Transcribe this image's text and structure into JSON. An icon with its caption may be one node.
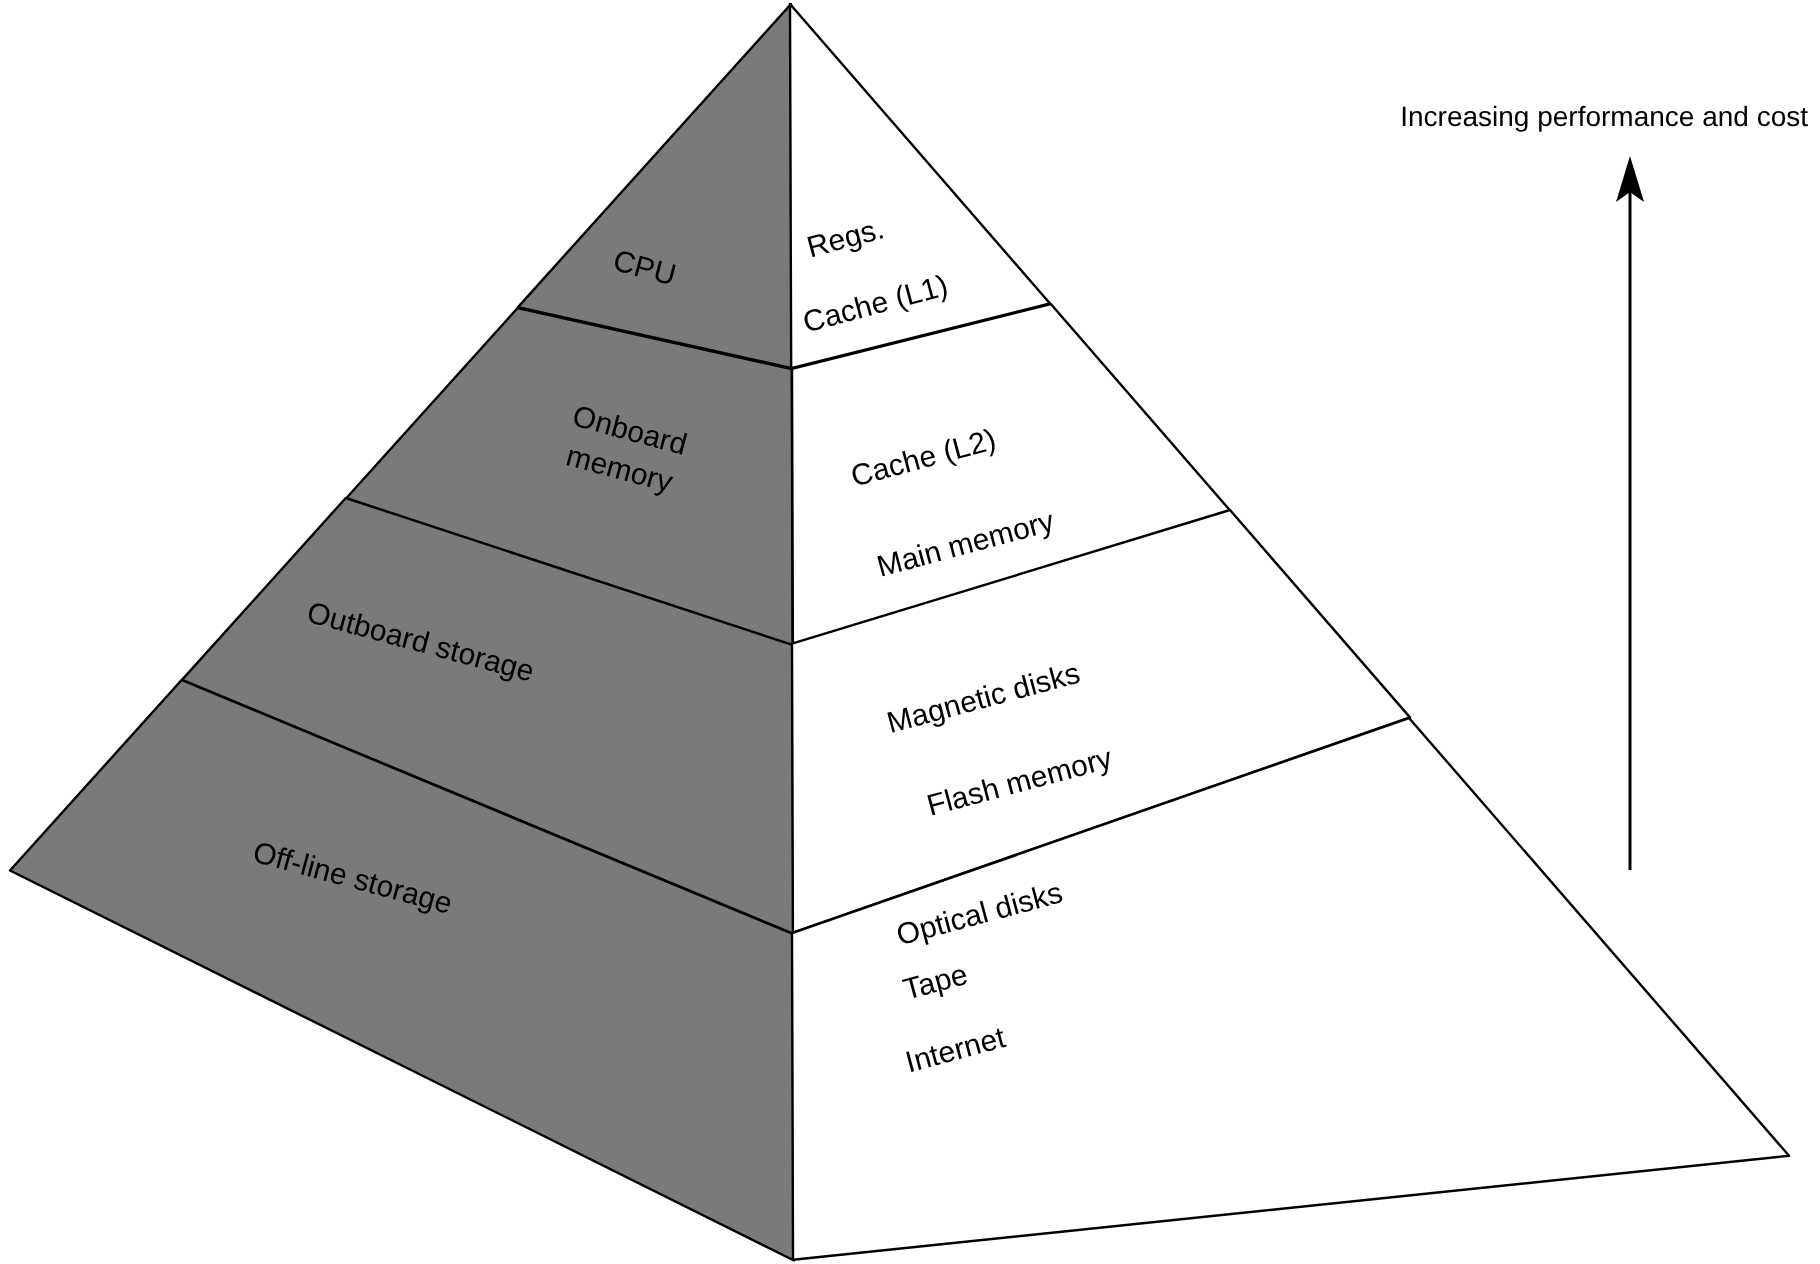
{
  "diagram": {
    "nodes": [
      {
        "text": [
          "CPU"
        ]
      },
      {
        "text": [
          "Onboard memory"
        ]
      },
      {
        "text": [
          "Outboard storage"
        ]
      },
      {
        "text": [
          "Off-line storage"
        ]
      },
      {
        "text": [
          "Regs.",
          "Cache (L1)"
        ]
      },
      {
        "text": [
          "Cache (L2)",
          "Main memory"
        ]
      },
      {
        "text": [
          "Magnetic disks",
          "Flash memory"
        ]
      },
      {
        "text": [
          "Optical disks",
          "Tape",
          "Internet"
        ]
      }
    ],
    "labels": [
      "Increasing performance and cost"
    ]
  }
}
